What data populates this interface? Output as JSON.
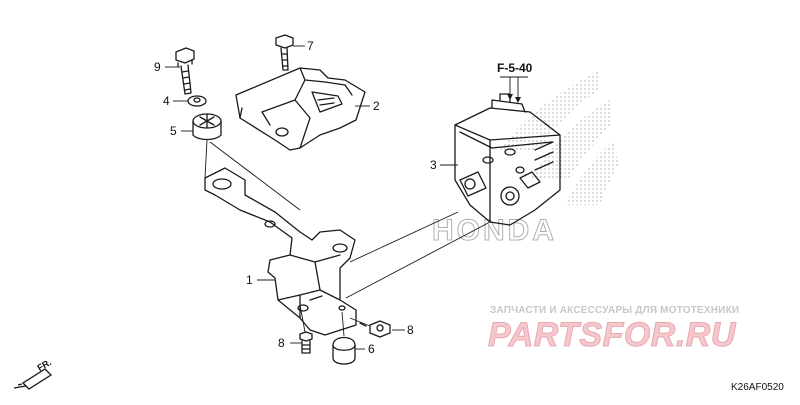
{
  "diagram": {
    "callouts": [
      {
        "id": "c9",
        "label": "9"
      },
      {
        "id": "c7",
        "label": "7"
      },
      {
        "id": "c4",
        "label": "4"
      },
      {
        "id": "c2",
        "label": "2"
      },
      {
        "id": "c5",
        "label": "5"
      },
      {
        "id": "c3",
        "label": "3"
      },
      {
        "id": "c1",
        "label": "1"
      },
      {
        "id": "c8a",
        "label": "8"
      },
      {
        "id": "c8b",
        "label": "8"
      },
      {
        "id": "c6",
        "label": "6"
      }
    ],
    "reference": "F-5-40",
    "front_marker": "FR.",
    "figure_code": "K26AF0520"
  },
  "watermark": {
    "caption": "ЗАПЧАСТИ И АКСЕССУАРЫ ДЛЯ МОТОТЕХНИКИ",
    "brand": "PARTSFOR.RU",
    "logo": "HONDA"
  },
  "colors": {
    "line": "#1a1a1a",
    "watermark_red": "#e8a9b0",
    "watermark_grey": "#c8c8c8"
  }
}
